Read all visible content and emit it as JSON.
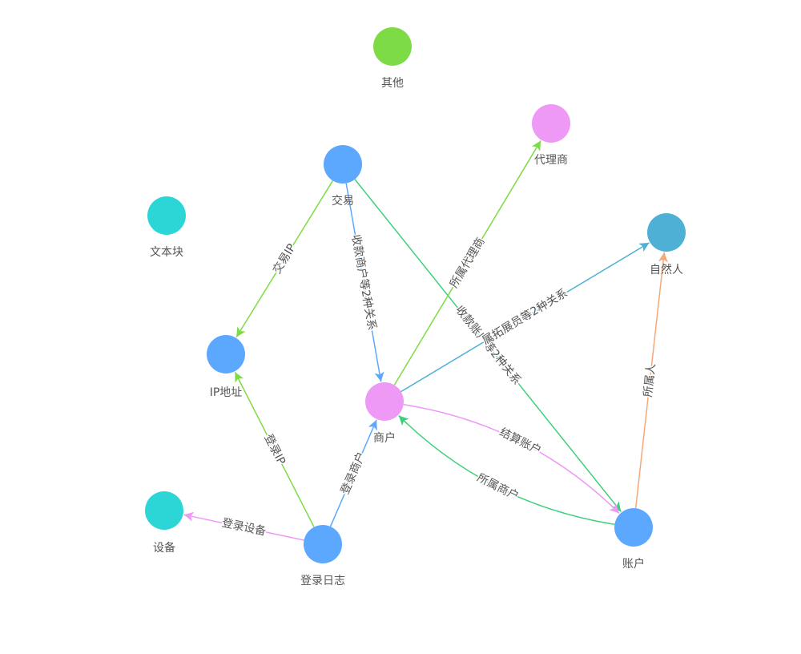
{
  "nodes": [
    {
      "id": "qita",
      "label": "其他",
      "color": "#7ddb45"
    },
    {
      "id": "dailishang",
      "label": "代理商",
      "color": "#ee99f6"
    },
    {
      "id": "jiaoyi",
      "label": "交易",
      "color": "#5da8ff"
    },
    {
      "id": "wenbenkuai",
      "label": "文本块",
      "color": "#2dd6d6"
    },
    {
      "id": "ziranren",
      "label": "自然人",
      "color": "#4fb0d6"
    },
    {
      "id": "ip",
      "label": "IP地址",
      "color": "#5da8ff"
    },
    {
      "id": "shanghu",
      "label": "商户",
      "color": "#ee99f6"
    },
    {
      "id": "shebei",
      "label": "设备",
      "color": "#2dd6d6"
    },
    {
      "id": "denglu",
      "label": "登录日志",
      "color": "#5da8ff"
    },
    {
      "id": "zhanghu",
      "label": "账户",
      "color": "#5da8ff"
    }
  ],
  "edges": [
    {
      "id": "e1",
      "source": "jiaoyi",
      "target": "ip",
      "label": "交易IP",
      "color": "#7ddb45"
    },
    {
      "id": "e2",
      "source": "jiaoyi",
      "target": "shanghu",
      "label": "收款商户等2种关系",
      "color": "#5da8ff"
    },
    {
      "id": "e3",
      "source": "jiaoyi",
      "target": "zhanghu",
      "label": "收款账户等2种关系",
      "color": "#3ecf7c"
    },
    {
      "id": "e4",
      "source": "shanghu",
      "target": "dailishang",
      "label": "所属代理商",
      "color": "#7ddb45"
    },
    {
      "id": "e5",
      "source": "shanghu",
      "target": "ziranren",
      "label": "属拓展员等2种关系",
      "color": "#4fb0d6"
    },
    {
      "id": "e6",
      "source": "shanghu",
      "target": "zhanghu",
      "label": "结算账户",
      "color": "#ee99f6"
    },
    {
      "id": "e7",
      "source": "zhanghu",
      "target": "shanghu",
      "label": "所属商户",
      "color": "#3ecf7c"
    },
    {
      "id": "e8",
      "source": "zhanghu",
      "target": "ziranren",
      "label": "所属人",
      "color": "#f6a878"
    },
    {
      "id": "e9",
      "source": "denglu",
      "target": "ip",
      "label": "登录IP",
      "color": "#7ddb45"
    },
    {
      "id": "e10",
      "source": "denglu",
      "target": "shanghu",
      "label": "登录商户",
      "color": "#5da8ff"
    },
    {
      "id": "e11",
      "source": "denglu",
      "target": "shebei",
      "label": "登录设备",
      "color": "#ee99f6"
    }
  ]
}
